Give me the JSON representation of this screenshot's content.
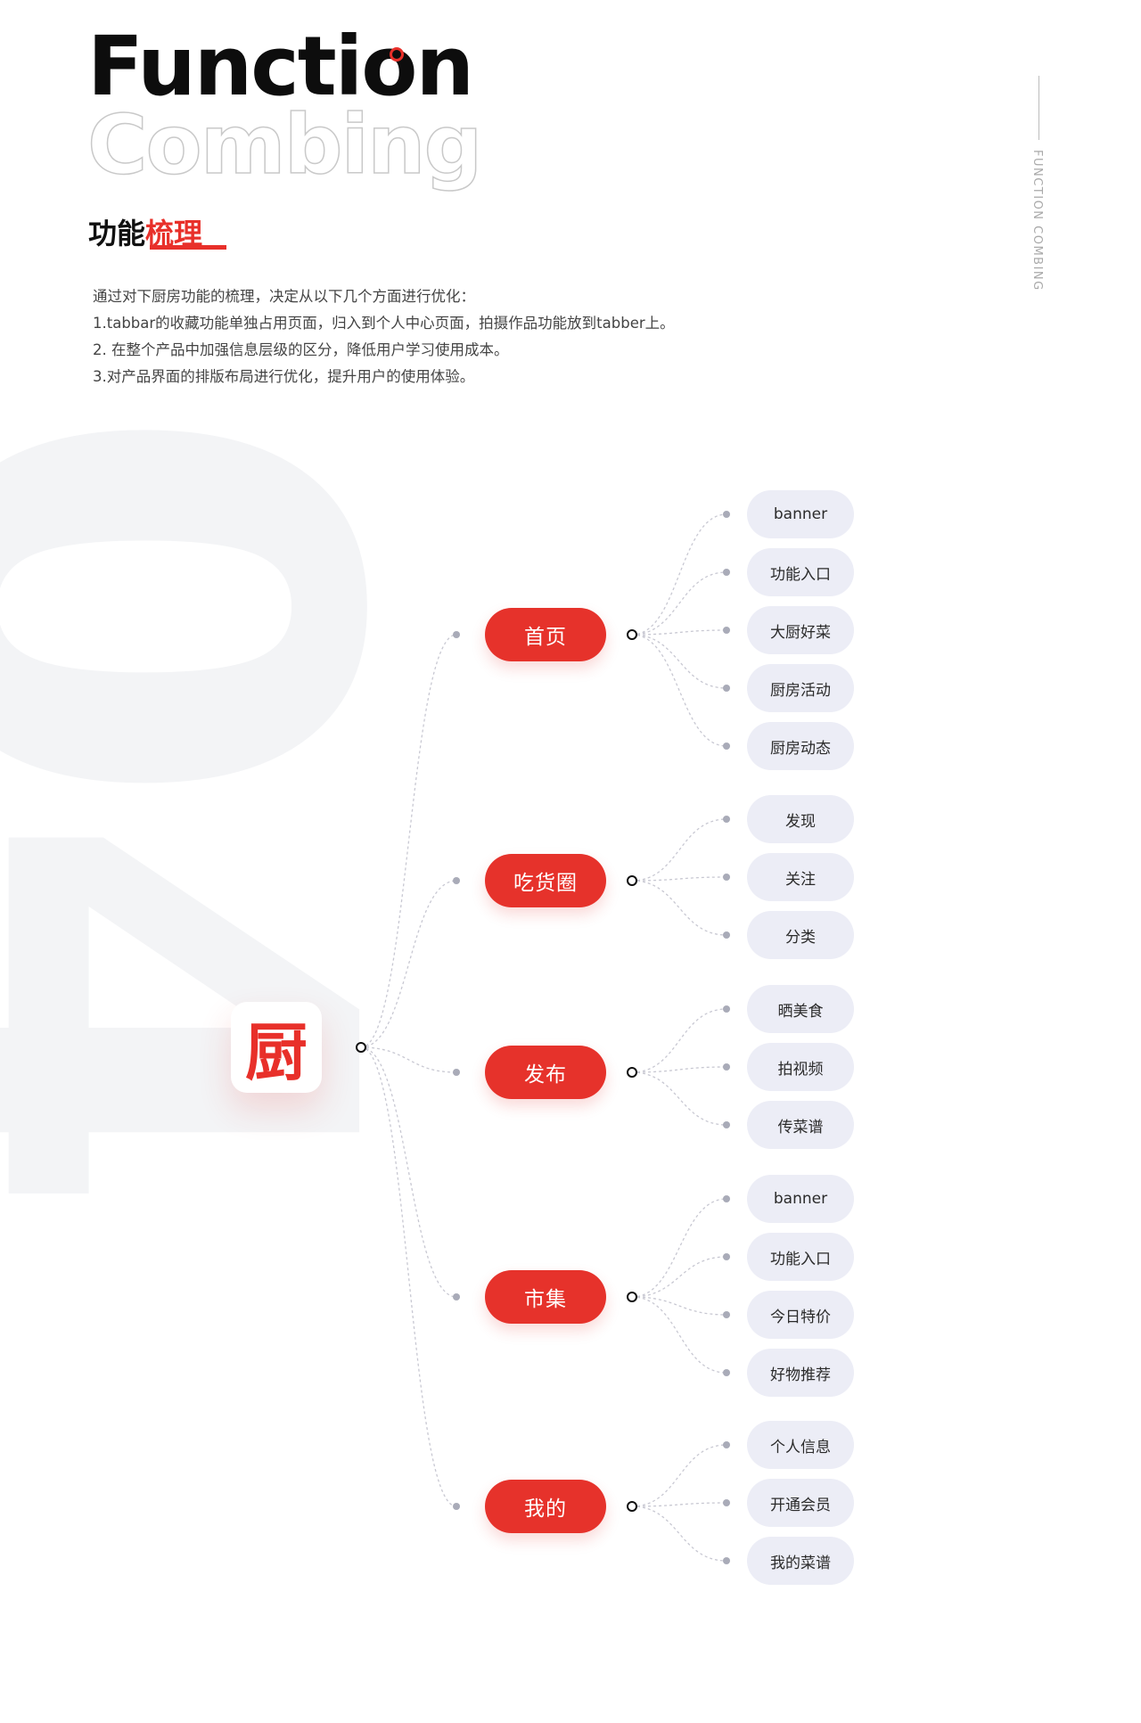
{
  "header": {
    "title_line1": "Function",
    "title_line2": "Combing",
    "section_title_black": "功能",
    "section_title_red": "梳理",
    "side_label": "FUNCTION COMBING",
    "watermark": "04"
  },
  "description": [
    "通过对下厨房功能的梳理，决定从以下几个方面进行优化：",
    "1.tabbar的收藏功能单独占用页面，归入到个人中心页面，拍摄作品功能放到tabber上。",
    "2. 在整个产品中加强信息层级的区分，降低用户学习使用成本。",
    "3.对产品界面的排版布局进行优化，提升用户的使用体验。"
  ],
  "colors": {
    "accent": "#e8302a",
    "leaf_bg": "#ecedf6",
    "line": "#c8c8d2"
  },
  "tree": {
    "root": {
      "label": "厨"
    },
    "branches": [
      {
        "label": "首页",
        "children": [
          "banner",
          "功能入口",
          "大厨好菜",
          "厨房活动",
          "厨房动态"
        ]
      },
      {
        "label": "吃货圈",
        "children": [
          "发现",
          "关注",
          "分类"
        ]
      },
      {
        "label": "发布",
        "children": [
          "晒美食",
          "拍视频",
          "传菜谱"
        ]
      },
      {
        "label": "市集",
        "children": [
          "banner",
          "功能入口",
          "今日特价",
          "好物推荐"
        ]
      },
      {
        "label": "我的",
        "children": [
          "个人信息",
          "开通会员",
          "我的菜谱"
        ]
      }
    ]
  }
}
